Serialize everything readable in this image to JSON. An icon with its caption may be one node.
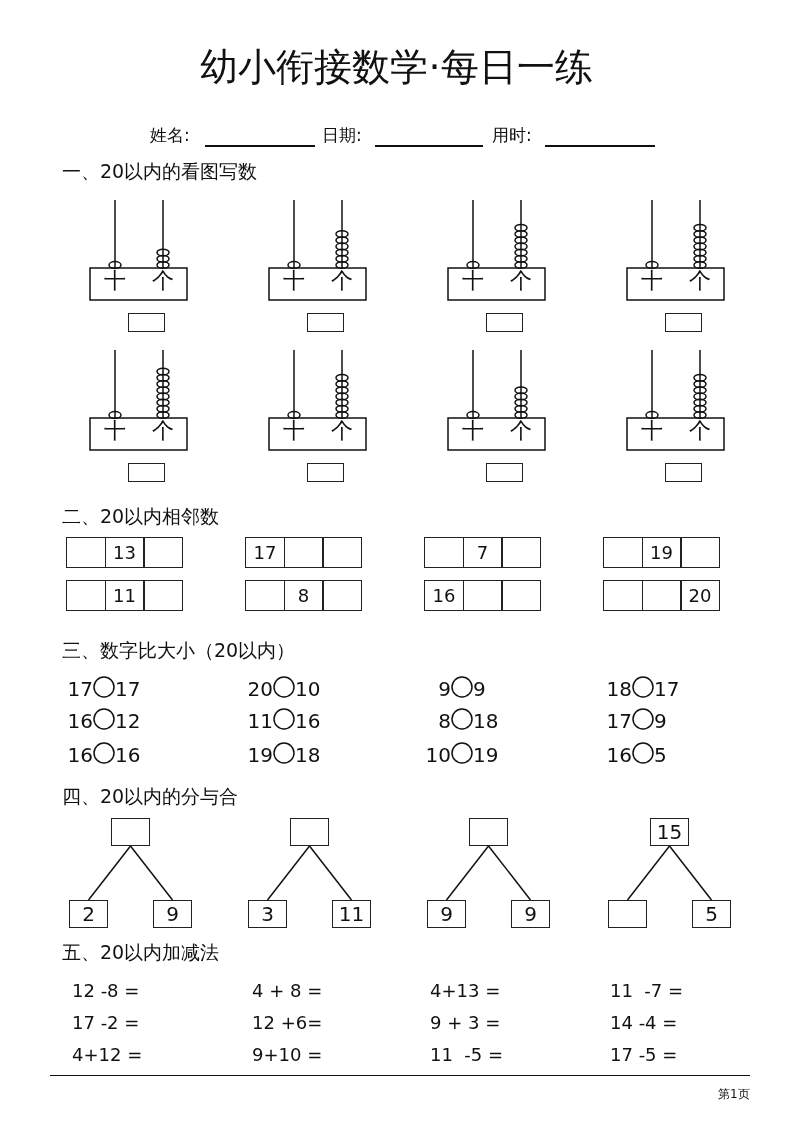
{
  "diagram": {
    "title": "幼小衔接数学·每日一练",
    "nodes": [
      {
        "text": [],
        "shape": "box"
      },
      {
        "text": [
          "2"
        ]
      },
      {
        "text": [
          "9"
        ]
      },
      {
        "text": [],
        "shape": "box"
      },
      {
        "text": [
          "3"
        ]
      },
      {
        "text": [
          "11"
        ]
      },
      {
        "text": [],
        "shape": "box"
      },
      {
        "text": [
          "9"
        ]
      },
      {
        "text": [
          "9"
        ]
      },
      {
        "text": [
          "15"
        ]
      },
      {
        "text": [],
        "shape": "box"
      },
      {
        "text": [
          "5"
        ]
      }
    ],
    "edges": [
      {
        "from": 0,
        "to": 1,
        "arrow": "none"
      },
      {
        "from": 0,
        "to": 2,
        "arrow": "none"
      },
      {
        "from": 3,
        "to": 4,
        "arrow": "none"
      },
      {
        "from": 3,
        "to": 5,
        "arrow": "none"
      },
      {
        "from": 6,
        "to": 7,
        "arrow": "none"
      },
      {
        "from": 6,
        "to": 8,
        "arrow": "none"
      },
      {
        "from": 9,
        "to": 10,
        "arrow": "none"
      },
      {
        "from": 9,
        "to": 11,
        "arrow": "none"
      }
    ],
    "labels": [
      "姓名:",
      "日期:",
      "用时:",
      "一、20以内的看图写数",
      "十",
      "个",
      "十",
      "个",
      "十",
      "个",
      "十",
      "个",
      "十",
      "个",
      "十",
      "个",
      "十",
      "个",
      "十",
      "个",
      "二、20以内相邻数",
      "13",
      "17",
      "7",
      "19",
      "11",
      "8",
      "16",
      "20",
      "三、数字比大小（20以内）",
      "17",
      "17",
      "20",
      "10",
      "9",
      "9",
      "18",
      "17",
      "16",
      "12",
      "11",
      "16",
      "8",
      "18",
      "17",
      "9",
      "16",
      "16",
      "19",
      "18",
      "10",
      "19",
      "16",
      "5",
      "四、20以内的分与合",
      "五、20以内加减法",
      "12 -8 =",
      "4 + 8 =",
      "4+13 =",
      "11  -7 =",
      "17 -2 =",
      "12 +6=",
      "9 + 3 =",
      "14 -4 =",
      "4+12 =",
      "9+10 =",
      "11  -5 =",
      "17 -5 =",
      "第1页"
    ]
  }
}
